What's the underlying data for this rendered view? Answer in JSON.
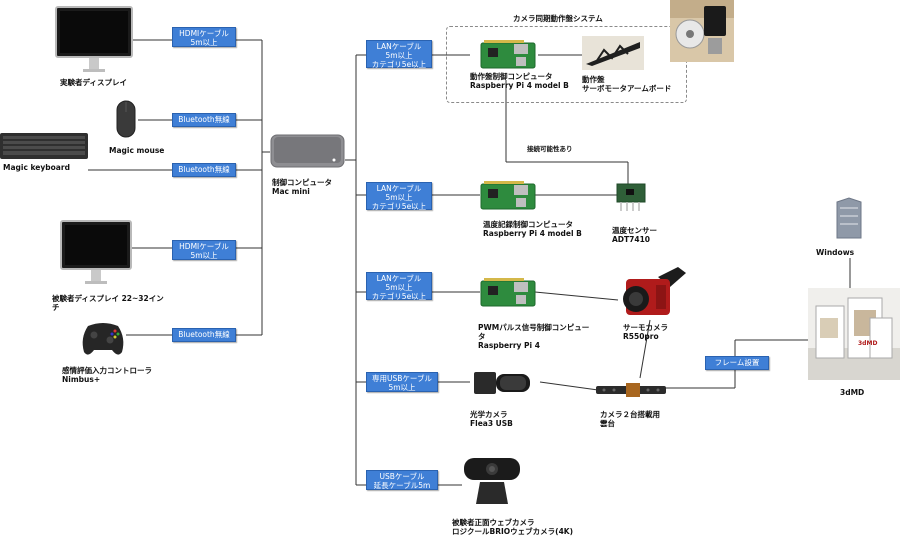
{
  "system": {
    "camera_sync_title": "カメラ同期動作盤システム",
    "connect_note": "接続可能性あり"
  },
  "hub": {
    "name": "制御コンピュータ",
    "model": "Mac mini"
  },
  "left_devices": [
    {
      "label": "実験者ディスプレイ"
    },
    {
      "label": "Magic mouse"
    },
    {
      "label": "Magic keyboard"
    },
    {
      "label": "被験者ディスプレイ 22~32イン",
      "label2": "チ"
    },
    {
      "label": "感情評価入力コントローラ",
      "label2": "Nimbus+"
    }
  ],
  "left_cables": [
    {
      "line1": "HDMIケーブル",
      "line2": "5m以上"
    },
    {
      "line1": "Bluetooth無線",
      "line2": ""
    },
    {
      "line1": "Bluetooth無線",
      "line2": ""
    },
    {
      "line1": "HDMIケーブル",
      "line2": "5m以上"
    },
    {
      "line1": "Bluetooth無線",
      "line2": ""
    }
  ],
  "right_cables": [
    {
      "line1": "LANケーブル",
      "line2": "5m以上",
      "line3": "カテゴリ5e以上"
    },
    {
      "line1": "LANケーブル",
      "line2": "5m以上",
      "line3": "カテゴリ5e以上"
    },
    {
      "line1": "LANケーブル",
      "line2": "5m以上",
      "line3": "カテゴリ5e以上"
    },
    {
      "line1": "専用USBケーブル",
      "line2": "5m以上",
      "line3": ""
    },
    {
      "line1": "USBケーブル",
      "line2": "延長ケーブル5m",
      "line3": ""
    }
  ],
  "right_devices": {
    "pi_motion": {
      "line1": "動作盤制御コンピュータ",
      "line2": "Raspberry Pi 4 model B"
    },
    "servo_board": {
      "line1": "動作盤",
      "line2": "サーボモータアームボード"
    },
    "pi_temp": {
      "line1": "温度記録制御コンピュータ",
      "line2": "Raspberry Pi 4 model B"
    },
    "temp_sensor": {
      "line1": "温度センサー",
      "line2": "ADT7410"
    },
    "pi_pwm": {
      "line1": "PWMパルス信号制御コンピュー",
      "line2": "タ",
      "line3": "Raspberry Pi 4"
    },
    "thermo_camera": {
      "line1": "サーモカメラ",
      "line2": "R550pro"
    },
    "optical_camera": {
      "line1": "光学カメラ",
      "line2": "Flea3 USB"
    },
    "camera_mount": {
      "line1": "カメラ２台搭載用",
      "line2": "雲台"
    },
    "webcam": {
      "line1": "被験者正面ウェブカメラ",
      "line2": "ロジクールBRIOウェブカメラ(4K)"
    }
  },
  "frame_tag": "フレーム設置",
  "windows_label": "Windows",
  "booth_label": "3dMD",
  "booth_sign": "3dMD"
}
